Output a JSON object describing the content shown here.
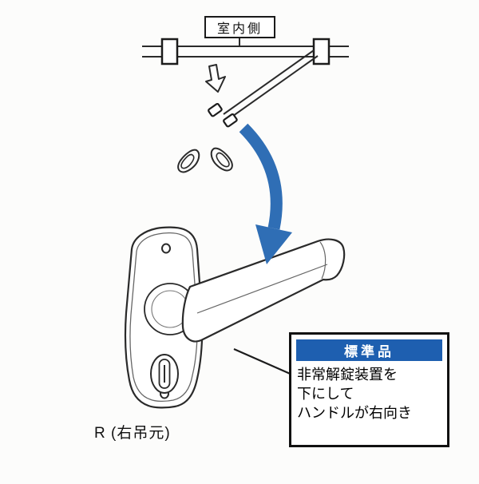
{
  "labels": {
    "indoor_side": "室内側",
    "handle_orientation": "R (右吊元)"
  },
  "callout": {
    "header": "標準品",
    "lines": [
      "非常解錠装置を",
      "下にして",
      "ハンドルが右向き"
    ]
  },
  "colors": {
    "arrow_blue": "#2f6eb5",
    "header_blue": "#1e5fb0",
    "line_dark": "#2a2a2a"
  }
}
